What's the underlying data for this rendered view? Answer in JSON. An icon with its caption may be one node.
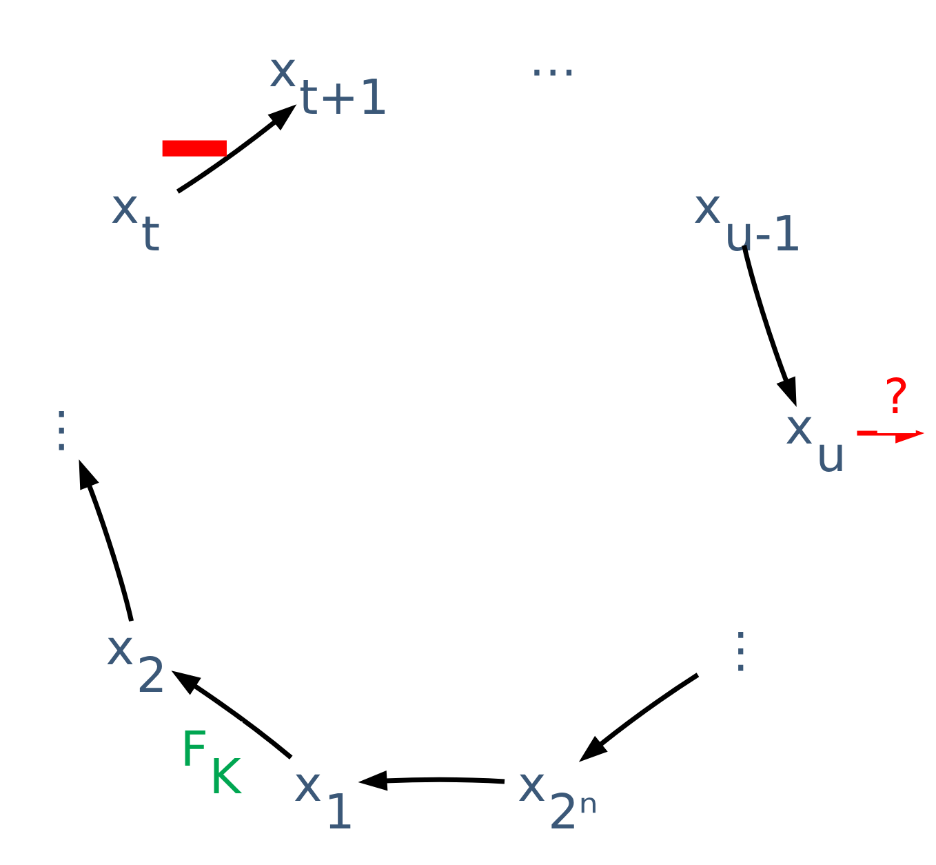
{
  "diagram": {
    "nodes": [
      {
        "text": [
          "x$_{1}$"
        ]
      },
      {
        "text": [
          "x$_{2}$"
        ]
      },
      {
        "text": [
          "⋮"
        ]
      },
      {
        "text": [
          "x$_{t}$"
        ]
      },
      {
        "text": [
          "x$_{t+1}$"
        ]
      },
      {
        "text": [
          "x$_{u-1}$"
        ]
      },
      {
        "text": [
          "x$_{u}$"
        ]
      },
      {
        "text": [
          "⋮"
        ]
      },
      {
        "text": [
          "x$_{2ⁿ}$"
        ]
      }
    ],
    "edges": [
      {
        "from": 0,
        "to": 1,
        "arrow": "to",
        "label": "F$_{K}$"
      },
      {
        "from": 1,
        "to": 2,
        "arrow": "to"
      },
      {
        "from": 3,
        "to": 4,
        "arrow": "to"
      },
      {
        "from": 5,
        "to": 6,
        "arrow": "to"
      },
      {
        "from": 6,
        "to": null,
        "arrow": "to",
        "label": "?",
        "color": "#ff0000"
      },
      {
        "from": 7,
        "to": 8,
        "arrow": "to"
      },
      {
        "from": 8,
        "to": 0,
        "arrow": "to"
      }
    ],
    "labels": [
      "⋯"
    ]
  }
}
